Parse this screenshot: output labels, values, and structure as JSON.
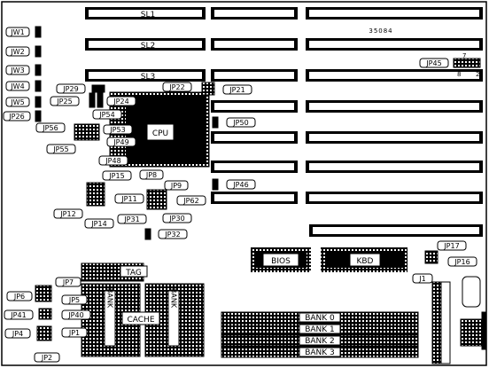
{
  "board_code": "35084",
  "slots": {
    "sl1": "SL1",
    "sl2": "SL2",
    "sl3": "SL3"
  },
  "chips": {
    "cpu": "CPU",
    "bios": "BIOS",
    "kbd": "KBD",
    "tag": "TAG",
    "cache": "CACHE",
    "bank_left": "BANK",
    "bank_right": "BANK"
  },
  "simm_banks": [
    "BANK 0",
    "BANK 1",
    "BANK 2",
    "BANK 3"
  ],
  "jp45_pins": {
    "top": "7",
    "bottom_left": "8",
    "bottom_right": "2"
  },
  "jumpers": {
    "jw1": "JW1",
    "jw2": "JW2",
    "jw3": "JW3",
    "jw4": "JW4",
    "jw5": "JW5",
    "jp26": "JP26",
    "jp29": "JP29",
    "jp25": "JP25",
    "jp24": "JP24",
    "jp54": "JP54",
    "jp56": "JP56",
    "jp53": "JP53",
    "jp49": "JP49",
    "jp55": "JP55",
    "jp48": "JP48",
    "jp22": "JP22",
    "jp21": "JP21",
    "jp50": "JP50",
    "jp45": "JP45",
    "jp46": "JP46",
    "jp15": "JP15",
    "jp8": "JP8",
    "jp9": "JP9",
    "jp11": "JP11",
    "jp62": "JP62",
    "jp12": "JP12",
    "jp14": "JP14",
    "jp31": "JP31",
    "jp30": "JP30",
    "jp32": "JP32",
    "jp17": "JP17",
    "jp16": "JP16",
    "j1": "J1",
    "jp7": "JP7",
    "jp6": "JP6",
    "jp5": "JP5",
    "jp41": "JP41",
    "jp40": "JP40",
    "jp4": "JP4",
    "jp1": "JP1",
    "jp2": "JP2"
  }
}
